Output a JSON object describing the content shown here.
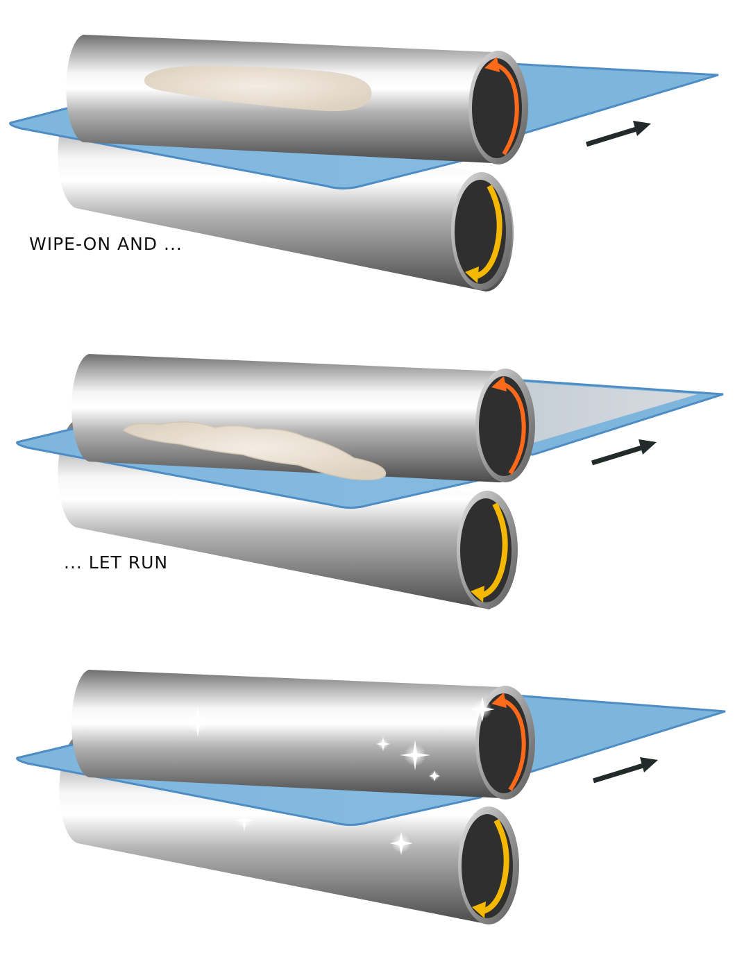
{
  "steps": [
    {
      "caption": "WIPE-ON AND ...",
      "state": "cream-blob",
      "upper_roll_rotation": "counter-clockwise",
      "lower_roll_rotation": "clockwise",
      "sheet_direction": "right"
    },
    {
      "caption": "... LET RUN",
      "state": "spreading",
      "upper_roll_rotation": "counter-clockwise",
      "lower_roll_rotation": "clockwise",
      "sheet_direction": "right"
    },
    {
      "caption": "",
      "state": "polished",
      "upper_roll_rotation": "counter-clockwise",
      "lower_roll_rotation": "clockwise",
      "sheet_direction": "right"
    }
  ],
  "colors": {
    "sheet": "#7eb5dc",
    "sheet_edge": "#4e8cc4",
    "roll_core": "#2f2f2f",
    "upper_arrow": "#ff6a1a",
    "lower_arrow": "#f5b800",
    "cream": "#e3d9cb",
    "direction_arrow": "#222a2a"
  },
  "icons": {
    "upper_rotation": "rotate-arrow-orange-icon",
    "lower_rotation": "rotate-arrow-yellow-icon",
    "direction": "feed-direction-arrow-icon",
    "sparkle": "sparkle-icon"
  }
}
